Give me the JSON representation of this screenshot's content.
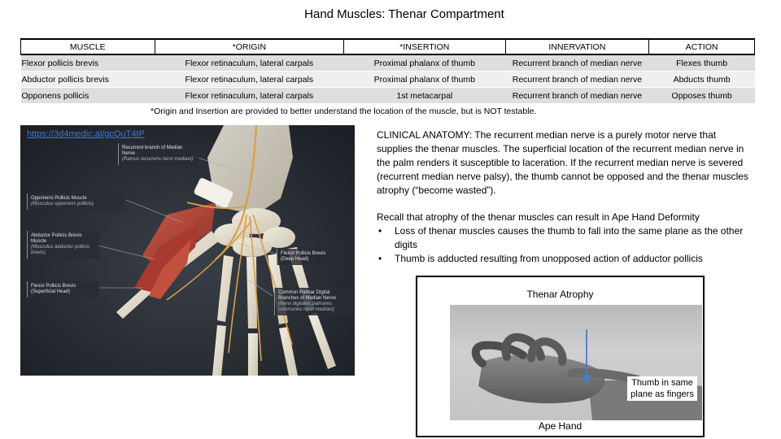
{
  "title": "Hand Muscles: Thenar Compartment",
  "table": {
    "headers": [
      "MUSCLE",
      "*ORIGIN",
      "*INSERTION",
      "INNERVATION",
      "ACTION"
    ],
    "rows": [
      [
        "Flexor pollicis brevis",
        "Flexor retinaculum, lateral carpals",
        "Proximal phalanx of thumb",
        "Recurrent branch of median nerve",
        "Flexes thumb"
      ],
      [
        "Abductor pollicis brevis",
        "Flexor retinaculum, lateral carpals",
        "Proximal phalanx of thumb",
        "Recurrent branch of median nerve",
        "Abducts thumb"
      ],
      [
        "Opponens pollicis",
        "Flexor retinaculum, lateral carpals",
        "1st metacarpal",
        "Recurrent branch of median nerve",
        "Opposes thumb"
      ]
    ]
  },
  "footnote": "*Origin and Insertion are provided to better understand the location of the muscle, but is NOT testable.",
  "anatomy_image": {
    "link": "https://3d4medic.al/gcQuT4tP",
    "callouts": [
      {
        "title": "Recurrent branch of Median Nerve",
        "sub": "(Ramus recurrens nervi mediani)"
      },
      {
        "title": "Opponens Pollicis Muscle",
        "sub": "(Musculus opponens pollicis)"
      },
      {
        "title": "Abductor Pollicis Brevis Muscle",
        "sub": "(Musculus abductor pollicis brevis)"
      },
      {
        "title": "Flexor Pollicis Brevis (Superficial Head)",
        "sub": ""
      },
      {
        "title": "Flexor Pollicis Brevis (Deep Head)",
        "sub": ""
      },
      {
        "title": "Common Palmar Digital Branches of Median Nerve",
        "sub": "(Nervi digitales palmares communes nervi mediani)"
      }
    ]
  },
  "clinical": "CLINICAL ANATOMY: The recurrent median nerve is a purely motor nerve that supplies the thenar muscles. The superficial location of the recurrent median nerve in the palm renders it susceptible to laceration. If the recurrent median nerve is severed (recurrent median nerve palsy), the thumb cannot be opposed and the thenar muscles atrophy (“become wasted”).",
  "recall": {
    "intro": "Recall that atrophy of the thenar muscles can result in Ape Hand Deformity",
    "bullets": [
      "Loss of thenar muscles causes the thumb to fall into the same plane as the other digits",
      "Thumb is adducted resulting from unopposed action of adductor pollicis"
    ]
  },
  "photo": {
    "title": "Thenar Atrophy",
    "annotation": "Thumb in same plane as fingers",
    "caption": "Ape Hand"
  },
  "colors": {
    "muscle": "#b5473c",
    "nerve": "#d9a044",
    "bone": "#e8e2d2",
    "image_bg": "#1e2227",
    "link": "#3d7ad8",
    "arrow": "#4a7fc6"
  }
}
